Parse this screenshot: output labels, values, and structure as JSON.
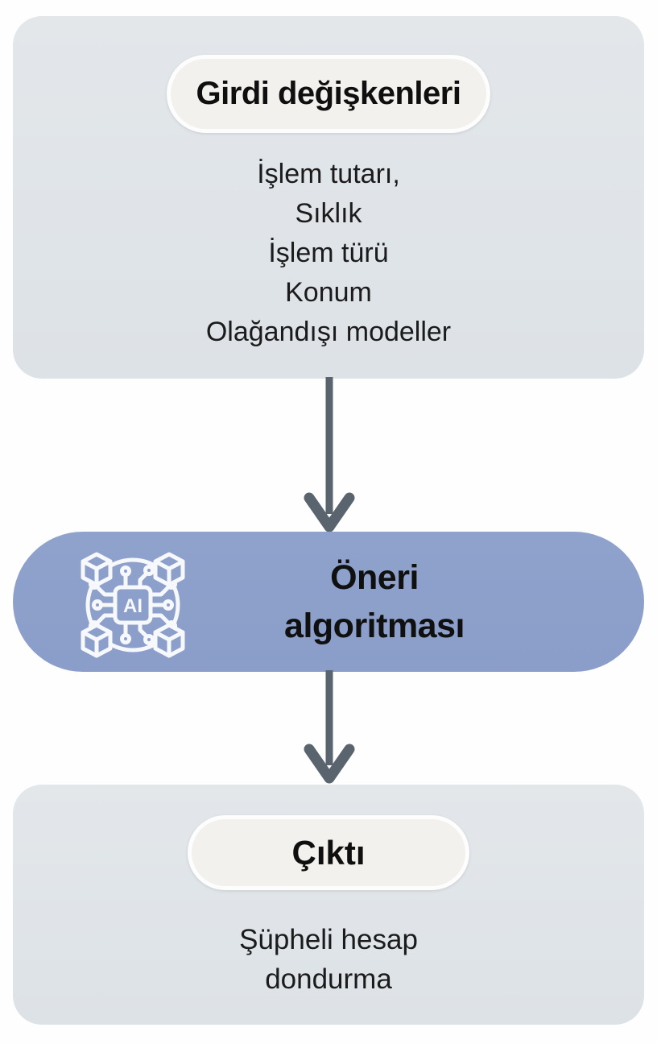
{
  "diagram": {
    "input_box": {
      "title": "Girdi değişkenleri",
      "items": [
        "İşlem tutarı,",
        "Sıklık",
        "İşlem türü",
        "Konum",
        "Olağandışı modeller"
      ]
    },
    "process_box": {
      "title_line1": "Öneri",
      "title_line2": "algoritması",
      "icon": "ai-chip-circuit-icon"
    },
    "output_box": {
      "title": "Çıktı",
      "result_line1": "Şüpheli hesap",
      "result_line2": "dondurma"
    },
    "colors": {
      "box_background": "#dfe3e8",
      "pill_background": "#f3f1ee",
      "pill_border": "#fdfdfd",
      "process_background": "#8b9fca",
      "arrow": "#5a646e",
      "text": "#1b1b1b"
    }
  }
}
